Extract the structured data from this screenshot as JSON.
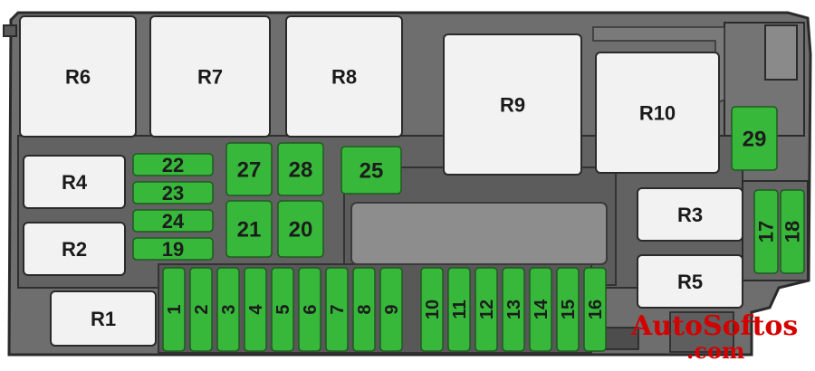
{
  "relays": [
    {
      "id": "R6",
      "label": "R6"
    },
    {
      "id": "R7",
      "label": "R7"
    },
    {
      "id": "R8",
      "label": "R8"
    },
    {
      "id": "R9",
      "label": "R9"
    },
    {
      "id": "R10",
      "label": "R10"
    },
    {
      "id": "R4",
      "label": "R4"
    },
    {
      "id": "R2",
      "label": "R2"
    },
    {
      "id": "R1",
      "label": "R1"
    },
    {
      "id": "R3",
      "label": "R3"
    },
    {
      "id": "R5",
      "label": "R5"
    }
  ],
  "fuses": [
    "1",
    "2",
    "3",
    "4",
    "5",
    "6",
    "7",
    "8",
    "9",
    "10",
    "11",
    "12",
    "13",
    "14",
    "15",
    "16",
    "17",
    "18",
    "19",
    "20",
    "21",
    "22",
    "23",
    "24",
    "25",
    "27",
    "28",
    "29"
  ],
  "watermark": {
    "line1": "AutoSoftos",
    "line2": ".com"
  },
  "colors": {
    "fuse": "#37b83a",
    "relay": "#f2f2f2",
    "housing": "#6b6b6b",
    "watermark": "#d40000"
  }
}
